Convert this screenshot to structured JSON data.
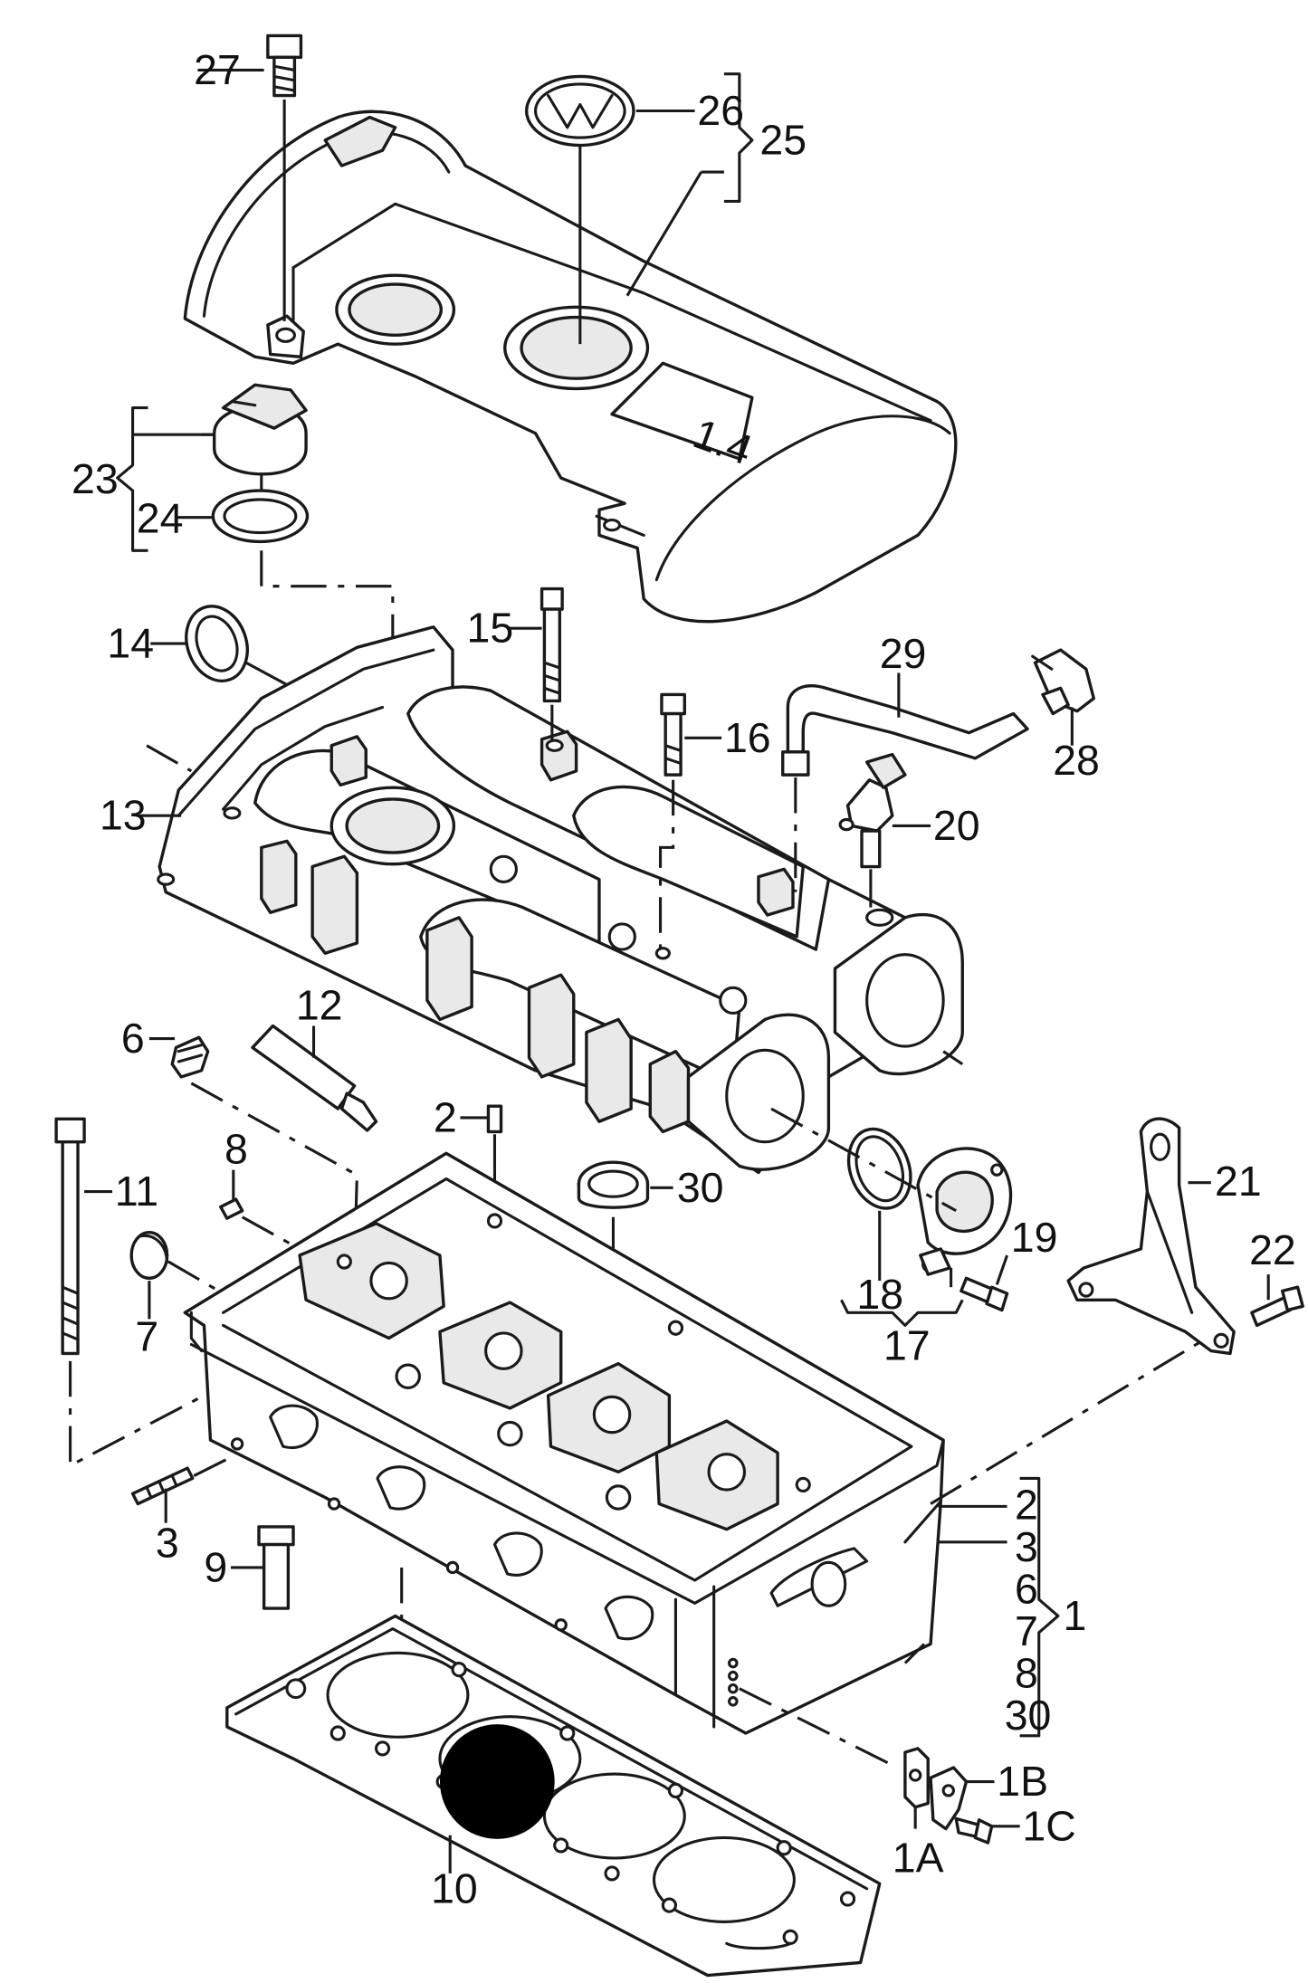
{
  "callouts": {
    "c1": "1",
    "c1a": "1A",
    "c1b": "1B",
    "c1c": "1C",
    "c2": "2",
    "c3": "3",
    "c6": "6",
    "c7": "7",
    "c8": "8",
    "c9": "9",
    "c10": "10",
    "c11": "11",
    "c12": "12",
    "c13": "13",
    "c14": "14",
    "c15": "15",
    "c16": "16",
    "c17": "17",
    "c18": "18",
    "c19": "19",
    "c20": "20",
    "c21": "21",
    "c22": "22",
    "c23": "23",
    "c24": "24",
    "c25": "25",
    "c26": "26",
    "c27": "27",
    "c28": "28",
    "c29": "29",
    "c30": "30"
  },
  "group_1_items": [
    "2",
    "3",
    "6",
    "7",
    "8",
    "30"
  ],
  "engine_badge": "1.4",
  "colors": {
    "line": "#1a1a1a",
    "background": "#ffffff",
    "shade": "#e9e9e9"
  }
}
